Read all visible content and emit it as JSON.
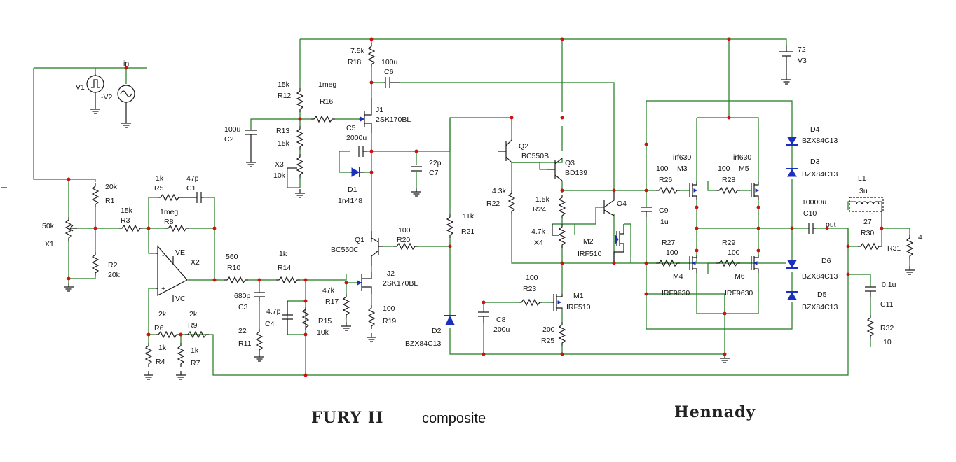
{
  "titles": {
    "main": "FURY II",
    "sub": "composite",
    "author": "Hennady"
  },
  "colors": {
    "wire": "#1f7a1f",
    "component": "#1a1a1a",
    "diode": "#1b2fbf",
    "junction": "#cc1111"
  },
  "labels": {
    "in": "in",
    "V1": "V1",
    "V2": "-V2",
    "R1": "R1",
    "R1v": "20k",
    "R2": "R2",
    "R2v": "20k",
    "X1": "X1",
    "X1v": "50k",
    "R3": "R3",
    "R3v": "15k",
    "R5": "R5",
    "R5v": "1k",
    "C1": "C1",
    "C1v": "47p",
    "R8": "R8",
    "R8v": "1meg",
    "VE": "VE",
    "VC": "VC",
    "X2": "X2",
    "R10": "R10",
    "R10v": "560",
    "R14": "R14",
    "R14v": "1k",
    "C3": "C3",
    "C3v": "680p",
    "C4": "C4",
    "C4v": "4.7p",
    "R11": "R11",
    "R11v": "22",
    "R15": "R15",
    "R15v": "10k",
    "R6": "R6",
    "R6v": "2k",
    "R4": "R4",
    "R4v": "1k",
    "R9": "R9",
    "R9v": "2k",
    "R7": "R7",
    "R7v": "1k",
    "R12": "R12",
    "R12v": "15k",
    "R13": "R13",
    "R13v": "15k",
    "R16": "R16",
    "R16v": "1meg",
    "C2": "C2",
    "C2v": "100u",
    "X3": "X3",
    "X3v": "10k",
    "R18": "R18",
    "R18v": "7.5k",
    "C6": "C6",
    "C6v": "100u",
    "J1": "J1",
    "J1v": "2SK170BL",
    "C5": "C5",
    "C5v": "2000u",
    "D1": "D1",
    "D1v": "1n4148",
    "C7": "C7",
    "C7v": "22p",
    "Q1": "Q1",
    "Q1v": "BC550C",
    "R20": "R20",
    "R20v": "100",
    "J2": "J2",
    "J2v": "2SK170BL",
    "R17": "R17",
    "R17v": "47k",
    "R19": "R19",
    "R19v": "100",
    "R21": "R21",
    "R21v": "11k",
    "Q2": "Q2",
    "Q2v": "BC550B",
    "Q3": "Q3",
    "Q3v": "BD139",
    "R22": "R22",
    "R22v": "4.3k",
    "R24": "R24",
    "R24v": "1.5k",
    "X4": "X4",
    "X4v": "4.7k",
    "Q4": "Q4",
    "M2": "M2",
    "M2v": "IRF510",
    "D2": "D2",
    "D2v": "BZX84C13",
    "C8": "C8",
    "C8v": "200u",
    "R23": "R23",
    "R23v": "100",
    "M1": "M1",
    "M1v": "IRF510",
    "R25": "R25",
    "R25v": "200",
    "V3": "V3",
    "V3v": "72",
    "C9": "C9",
    "C9v": "1u",
    "R26": "R26",
    "R26v": "100",
    "M3": "M3",
    "M3v": "irf630",
    "R28": "R28",
    "R28v": "100",
    "M5": "M5",
    "M5v": "irf630",
    "R27": "R27",
    "R27v": "100",
    "M4": "M4",
    "M4v": "IRF9630",
    "R29": "R29",
    "R29v": "100",
    "M6": "M6",
    "M6v": "IRF9630",
    "D3": "D3",
    "D3v": "BZX84C13",
    "D4": "D4",
    "D4v": "BZX84C13",
    "D5": "D5",
    "D5v": "BZX84C13",
    "D6": "D6",
    "D6v": "BZX84C13",
    "L1": "L1",
    "L1v": "3u",
    "C10": "C10",
    "C10v": "10000u",
    "out": "out",
    "R30": "R30",
    "R30v": "27",
    "R31": "R31",
    "R31v": "4",
    "C11": "C11",
    "C11v": "0.1u",
    "R32": "R32",
    "R32v": "10"
  }
}
